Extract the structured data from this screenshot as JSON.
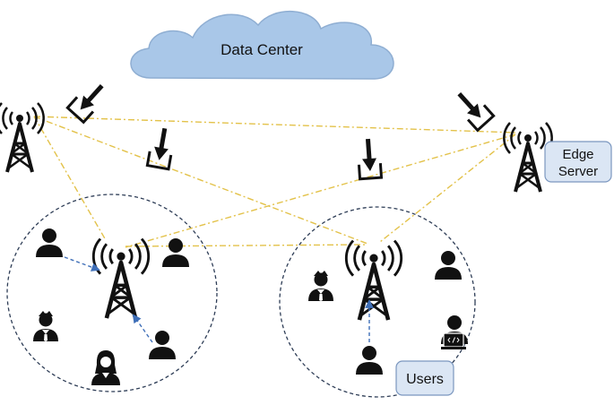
{
  "cloud": {
    "label": "Data Center",
    "color": "#a9c7e8",
    "icon": "cloud-icon"
  },
  "edge_server": {
    "label_lines": [
      "Edge",
      "Server"
    ],
    "box_color": "#dbe6f4"
  },
  "users": {
    "label": "Users",
    "box_color": "#dbe6f4"
  },
  "colors": {
    "links": "#e3c24a",
    "user_links": "#3f6fb8",
    "clusters": "#2f3e57",
    "icons": "#111111"
  },
  "icons": [
    "cell-tower-icon",
    "user-icon",
    "arrow-down-icon",
    "tray-icon",
    "laptop-icon",
    "cloud-icon"
  ]
}
